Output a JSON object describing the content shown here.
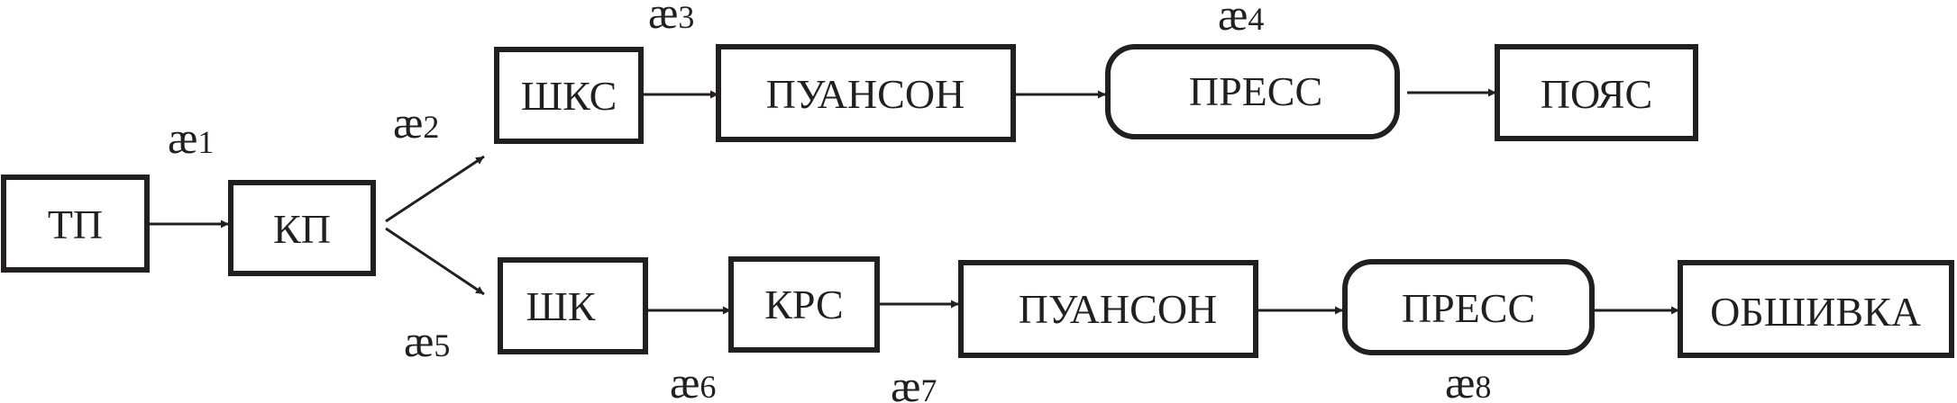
{
  "diagram": {
    "nodes": {
      "tp": "ТП",
      "kp": "КП",
      "shks": "ШКС",
      "punch_top": "ПУАНСОН",
      "press_top": "ПРЕСС",
      "belt": "ПОЯС",
      "shk": "ШК",
      "krs": "КРС",
      "punch_bottom": "ПУАНСОН",
      "press_bottom": "ПРЕСС",
      "skin": "ОБШИВКА"
    },
    "labels": {
      "ae1": {
        "symbol": "æ",
        "index": "1"
      },
      "ae2": {
        "symbol": "æ",
        "index": "2"
      },
      "ae3": {
        "symbol": "æ",
        "index": "3"
      },
      "ae4": {
        "symbol": "æ",
        "index": "4"
      },
      "ae5": {
        "symbol": "æ",
        "index": "5"
      },
      "ae6": {
        "symbol": "æ",
        "index": "6"
      },
      "ae7": {
        "symbol": "æ",
        "index": "7"
      },
      "ae8": {
        "symbol": "æ",
        "index": "8"
      }
    },
    "colors": {
      "stroke": "#231f20",
      "background": "#ffffff"
    }
  }
}
